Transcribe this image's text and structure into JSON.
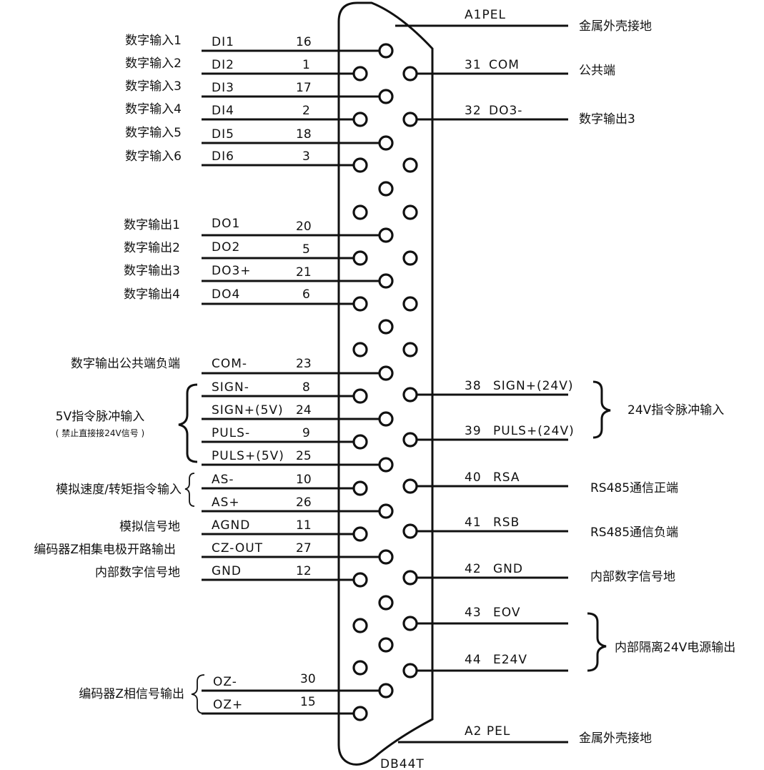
{
  "connector": {
    "model": "DB44T"
  },
  "shell_top": {
    "signal": "A1PEL",
    "desc": "金属外壳接地"
  },
  "shell_bottom": {
    "signal": "A2 PEL",
    "desc": "金属外壳接地"
  },
  "left_pins": [
    {
      "pin": "16",
      "signal": "DI1",
      "desc": "数字输入1"
    },
    {
      "pin": "1",
      "signal": "DI2",
      "desc": "数字输入2"
    },
    {
      "pin": "17",
      "signal": "DI3",
      "desc": "数字输入3"
    },
    {
      "pin": "2",
      "signal": "DI4",
      "desc": "数字输入4"
    },
    {
      "pin": "18",
      "signal": "DI5",
      "desc": "数字输入5"
    },
    {
      "pin": "3",
      "signal": "DI6",
      "desc": "数字输入6"
    },
    {
      "pin": "20",
      "signal": "DO1",
      "desc": "数字输出1"
    },
    {
      "pin": "5",
      "signal": "DO2",
      "desc": "数字输出2"
    },
    {
      "pin": "21",
      "signal": "DO3+",
      "desc": "数字输出3"
    },
    {
      "pin": "6",
      "signal": "DO4",
      "desc": "数字输出4"
    },
    {
      "pin": "23",
      "signal": "COM-",
      "desc": "数字输出公共端负端"
    },
    {
      "pin": "8",
      "signal": "SIGN-",
      "desc": ""
    },
    {
      "pin": "24",
      "signal": "SIGN+(5V)",
      "desc": ""
    },
    {
      "pin": "9",
      "signal": "PULS-",
      "desc": ""
    },
    {
      "pin": "25",
      "signal": "PULS+(5V)",
      "desc": ""
    },
    {
      "pin": "10",
      "signal": "AS-",
      "desc": ""
    },
    {
      "pin": "26",
      "signal": "AS+",
      "desc": ""
    },
    {
      "pin": "11",
      "signal": "AGND",
      "desc": "模拟信号地"
    },
    {
      "pin": "27",
      "signal": "CZ-OUT",
      "desc": "编码器Z相集电极开路输出"
    },
    {
      "pin": "12",
      "signal": "GND",
      "desc": "内部数字信号地"
    },
    {
      "pin": "30",
      "signal": "OZ-",
      "desc": ""
    },
    {
      "pin": "15",
      "signal": "OZ+",
      "desc": ""
    }
  ],
  "left_groups": {
    "pulse5v": {
      "label": "5V指令脉冲输入",
      "note": "( 禁止直接接24V信号 )"
    },
    "analog": {
      "label": "模拟速度/转矩指令输入"
    },
    "oz": {
      "label": "编码器Z相信号输出"
    }
  },
  "right_pins": [
    {
      "pin": "31",
      "signal": "COM",
      "desc": "公共端"
    },
    {
      "pin": "32",
      "signal": "DO3-",
      "desc": "数字输出3"
    },
    {
      "pin": "38",
      "signal": "SIGN+(24V)",
      "desc": ""
    },
    {
      "pin": "39",
      "signal": "PULS+(24V)",
      "desc": ""
    },
    {
      "pin": "40",
      "signal": "RSA",
      "desc": "RS485通信正端"
    },
    {
      "pin": "41",
      "signal": "RSB",
      "desc": "RS485通信负端"
    },
    {
      "pin": "42",
      "signal": "GND",
      "desc": "内部数字信号地"
    },
    {
      "pin": "43",
      "signal": "EOV",
      "desc": ""
    },
    {
      "pin": "44",
      "signal": "E24V",
      "desc": ""
    }
  ],
  "right_groups": {
    "pulse24v": {
      "label": "24V指令脉冲输入"
    },
    "power": {
      "label": "内部隔离24V电源输出"
    }
  }
}
